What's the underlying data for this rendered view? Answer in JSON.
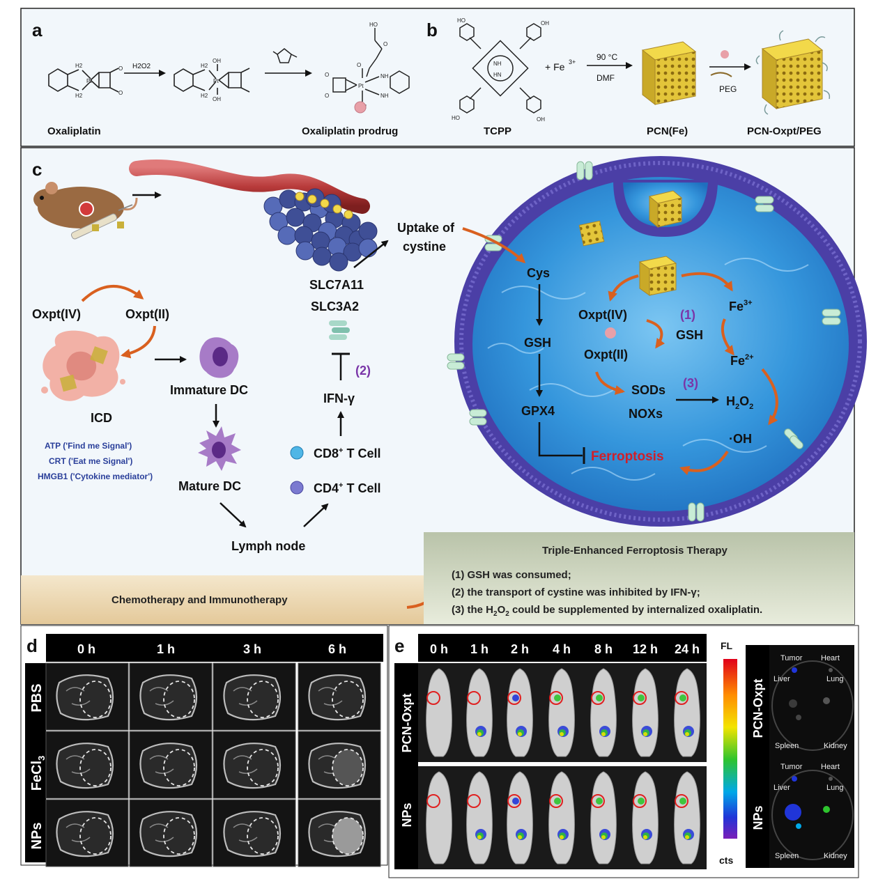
{
  "panel_a": {
    "letter": "a",
    "reagent_oxidant": "H2O2",
    "label_left": "Oxaliplatin",
    "label_right": "Oxaliplatin prodrug"
  },
  "panel_b": {
    "letter": "b",
    "plus_fe": "+ Fe",
    "fe_charge": "3+",
    "cond_temp": "90 °C",
    "cond_solvent": "DMF",
    "peg": "PEG",
    "label_tcpp": "TCPP",
    "label_pcn": "PCN(Fe)",
    "label_pcn_oxpt": "PCN-Oxpt/PEG"
  },
  "panel_c": {
    "letter": "c",
    "uptake": [
      "Uptake of",
      "cystine"
    ],
    "slc7a11": "SLC7A11",
    "slc3a2": "SLC3A2",
    "oxpt_iv": "Oxpt(IV)",
    "oxpt_ii": "Oxpt(II)",
    "icd": "ICD",
    "immature_dc": "Immature DC",
    "mature_dc": "Mature DC",
    "lymph": "Lymph node",
    "ifn": "IFN-γ",
    "step2": "(2)",
    "cd8": "CD8",
    "cd4": "CD4",
    "tcell": " T Cell",
    "plus": "+",
    "signal_atp": "ATP ('Find me Signal')",
    "signal_crt": "CRT ('Eat me Signal')",
    "signal_hmgb1": "HMGB1 ('Cytokine mediator')",
    "cell": {
      "cys": "Cys",
      "gsh_left": "GSH",
      "gpx4": "GPX4",
      "oxpt_iv": "Oxpt(IV)",
      "oxpt_ii": "Oxpt(II)",
      "step1": "(1)",
      "gsh_mid": "GSH",
      "fe3": "Fe",
      "fe3_sup": "3+",
      "fe2": "Fe",
      "fe2_sup": "2+",
      "sods": "SODs",
      "noxs": "NOXs",
      "step3": "(3)",
      "h2o2_h": "H",
      "h2o2_2a": "2",
      "h2o2_o": "O",
      "h2o2_2b": "2",
      "oh": "·OH",
      "ferroptosis": "Ferroptosis"
    },
    "therapy_title": "Triple-Enhanced Ferroptosis Therapy",
    "therapy_1": "(1) GSH was consumed;",
    "therapy_2": "(2) the transport of cystine was inhibited by IFN-γ;",
    "therapy_3a": "(3) the H",
    "therapy_3sub1": "2",
    "therapy_3b": "O",
    "therapy_3sub2": "2",
    "therapy_3c": " could be supplemented by internalized oxaliplatin.",
    "chemo": "Chemotherapy and Immunotherapy"
  },
  "panel_d": {
    "letter": "d",
    "times": [
      "0 h",
      "1 h",
      "3 h",
      "6 h"
    ],
    "rows": [
      "PBS",
      "FeCl",
      "NPs"
    ],
    "fecl_sub": "3"
  },
  "panel_e": {
    "letter": "e",
    "times": [
      "0 h",
      "1 h",
      "2 h",
      "4 h",
      "8 h",
      "12 h",
      "24 h"
    ],
    "rows": [
      "PCN-Oxpt",
      "NPs"
    ],
    "scale_top": "FL",
    "scale_bottom": "cts",
    "organs": [
      "Tumor",
      "Heart",
      "Liver",
      "Lung",
      "Spleen",
      "Kidney"
    ]
  },
  "colors": {
    "membrane": "#4b3fa6",
    "water": "#2f8fd8",
    "orange_arrow": "#d9601f",
    "purple_step": "#7a35a8",
    "ferroptosis_red": "#d01f2a",
    "signal_blue": "#2a3f9a",
    "panel_bg": "#f2f7fb"
  }
}
